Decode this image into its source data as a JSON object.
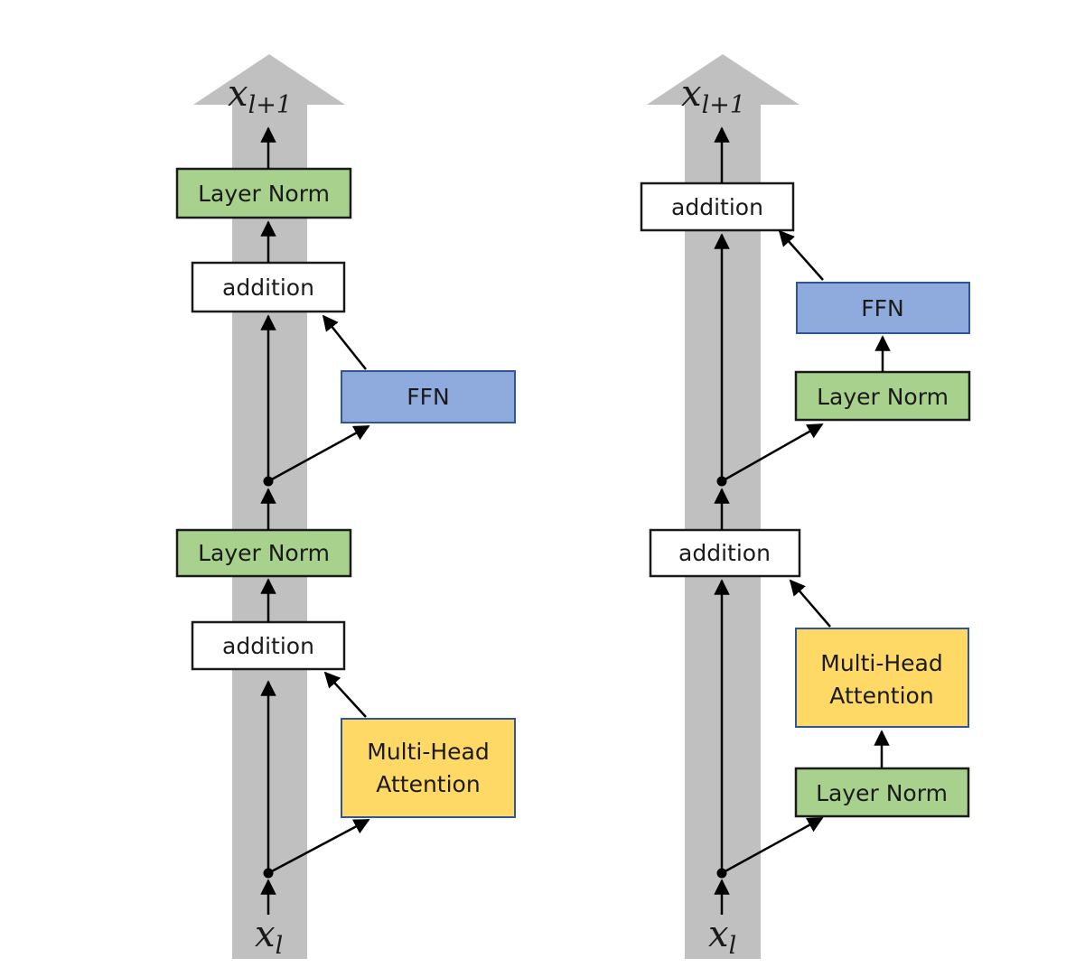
{
  "colors": {
    "residual_stream": "#c0c0c0",
    "layer_norm": "#a9d18e",
    "ffn": "#8faadc",
    "attention": "#ffd966",
    "addition": "#ffffff",
    "layer_norm_border": "#1a1a1a",
    "ffn_border": "#2f5597",
    "attention_border": "#2f5597",
    "arrow": "#000000"
  },
  "left": {
    "output": {
      "var": "x",
      "sub": "l+1"
    },
    "input": {
      "var": "x",
      "sub": "l"
    },
    "boxes": {
      "ln_top": "Layer Norm",
      "add_top": "addition",
      "ffn": "FFN",
      "ln_mid": "Layer Norm",
      "add_bottom": "addition",
      "mha_line1": "Multi-Head",
      "mha_line2": "Attention"
    }
  },
  "right": {
    "output": {
      "var": "x",
      "sub": "l+1"
    },
    "input": {
      "var": "x",
      "sub": "l"
    },
    "boxes": {
      "add_top": "addition",
      "ffn": "FFN",
      "ln_ffn": "Layer Norm",
      "add_mid": "addition",
      "mha_line1": "Multi-Head",
      "mha_line2": "Attention",
      "ln_mha": "Layer Norm"
    }
  }
}
